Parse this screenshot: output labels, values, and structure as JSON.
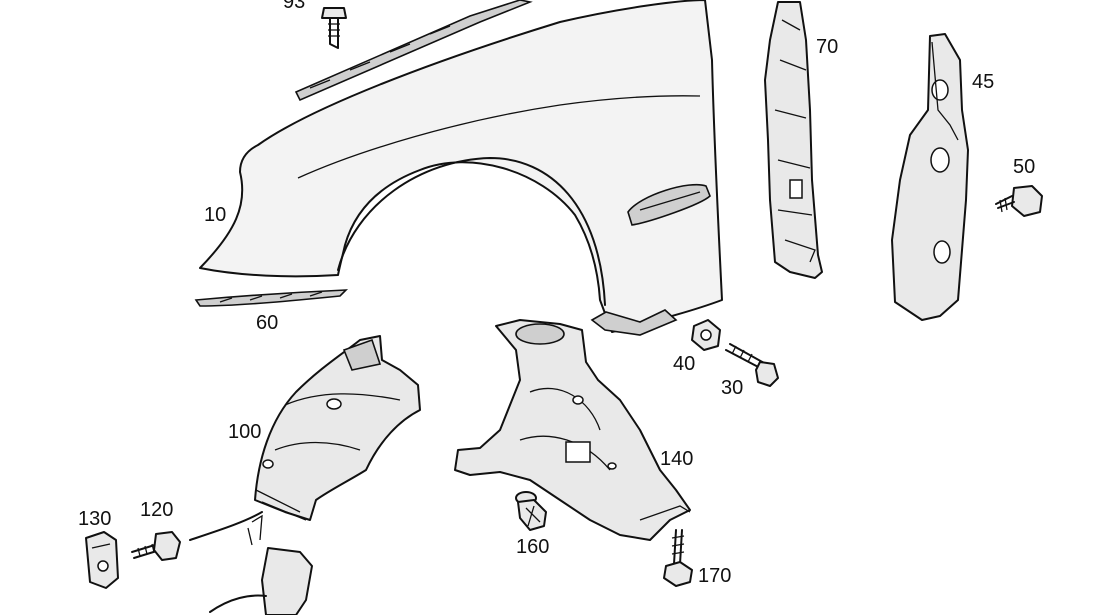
{
  "labels": {
    "p93": "93",
    "p10": "10",
    "p60": "60",
    "p70": "70",
    "p45": "45",
    "p50": "50",
    "p40": "40",
    "p30": "30",
    "p100": "100",
    "p140": "140",
    "p130": "130",
    "p120": "120",
    "p160": "160",
    "p170": "170"
  }
}
